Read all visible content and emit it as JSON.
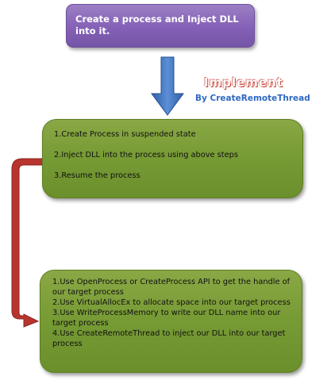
{
  "top_box": {
    "text": "Create a process and Inject DLL into it."
  },
  "implement": {
    "title": "Implement",
    "subtitle": "By CreateRemoteThread"
  },
  "steps_box": {
    "items": [
      "1.Create Process in suspended state",
      "2.Inject DLL into the process using above steps",
      "3.Resume the process"
    ]
  },
  "details_box": {
    "items": [
      "1.Use OpenProcess or CreateProcess API to get the handle of our target process",
      "2.Use VirtualAllocEx to allocate space into our target process",
      "3.Use WriteProcessMemory to write our DLL name into our target process",
      "4.Use CreateRemoteThread to inject our DLL into our target process"
    ]
  },
  "colors": {
    "purple_box": "#8460b6",
    "green_box": "#769a34",
    "blue_arrow": "#3b6fb6",
    "red_arrow": "#c0392b"
  }
}
